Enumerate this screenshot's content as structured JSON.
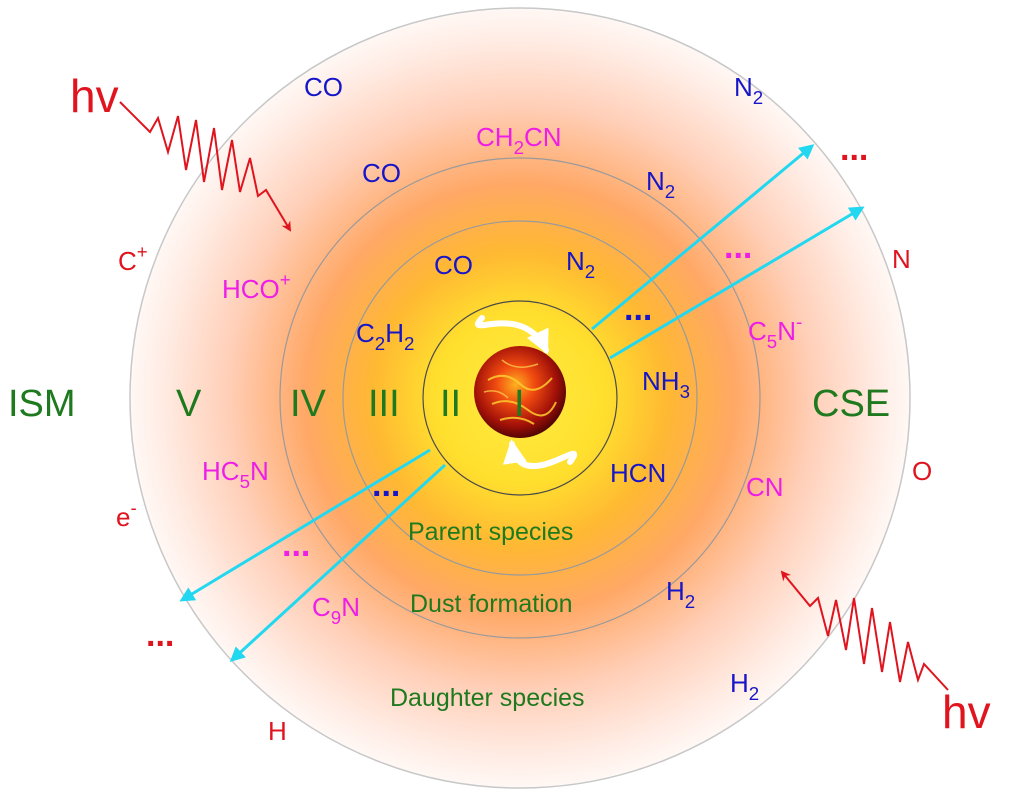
{
  "colors": {
    "zone_label": "#1f7a1f",
    "molecule_blue": "#1616c8",
    "molecule_magenta": "#ee1ee6",
    "atom_red": "#e0141e",
    "jet": "#22d8f0",
    "shell_line": "#9a9a9a",
    "glow_core": "#ffe84a",
    "glow_outer": "#ffd2c0"
  },
  "region_labels": {
    "left": "ISM",
    "right": "CSE"
  },
  "zones": [
    "I",
    "II",
    "III",
    "IV",
    "V"
  ],
  "processes": {
    "parent": "Parent species",
    "dust": "Dust formation",
    "daughter": "Daughter species"
  },
  "radiation": {
    "top_left": "hv",
    "bottom_right": "hv"
  },
  "molecules": {
    "co_outer": "CO",
    "co_mid": "CO",
    "co_inner": "CO",
    "ch2cn": [
      "CH",
      "2",
      "CN"
    ],
    "n2_outer": [
      "N",
      "2"
    ],
    "n2_mid": [
      "N",
      "2"
    ],
    "n2_inner": [
      "N",
      "2"
    ],
    "hco_plus": [
      "HCO",
      "+"
    ],
    "c2h2": [
      "C",
      "2",
      "H",
      "2"
    ],
    "c5n_minus": [
      "C",
      "5",
      "N",
      "-"
    ],
    "nh3": [
      "NH",
      "3"
    ],
    "hcn": "HCN",
    "hc5n": [
      "HC",
      "5",
      "N"
    ],
    "cn": "CN",
    "c9n": [
      "C",
      "9",
      "N"
    ],
    "h2_mid": [
      "H",
      "2"
    ],
    "h2_outer": [
      "H",
      "2"
    ]
  },
  "atoms": {
    "c_plus": [
      "C",
      "+"
    ],
    "n": "N",
    "o": "O",
    "e_minus": [
      "e",
      "-"
    ],
    "h": "H"
  },
  "ellipses": {
    "red_top_right": "...",
    "magenta_right": "...",
    "blue_inner_right": "...",
    "blue_inner_left": "...",
    "magenta_left": "...",
    "red_bottom_left": "..."
  }
}
